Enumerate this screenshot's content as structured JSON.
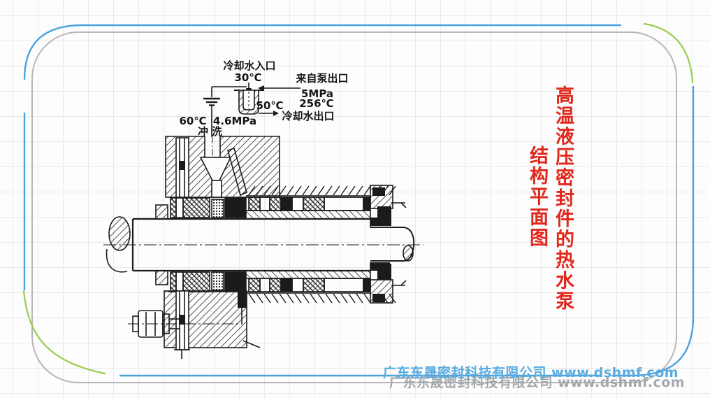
{
  "slide": {
    "title": {
      "full_text": "高温液压密封件的热水泵结构平面图",
      "column_right": "高温液压密封件的热水泵",
      "column_left": "结构平面图",
      "color": "#e1271c"
    },
    "watermark": {
      "text": "广东东晟密封科技有限公司  www.dshmf.com",
      "color": "#58ace0",
      "shadow_color": "#a4a8ac"
    },
    "border": {
      "outer_color": "#4aa3df",
      "accent_color": "#9acd50",
      "inner_color": "#b7b7b7"
    }
  },
  "diagram": {
    "type": "mechanical-seal cross-section (hot water pump)",
    "labels": {
      "cooling_water_inlet": "冷却水入口",
      "cooling_water_inlet_temp": "30℃",
      "from_pump_outlet": "来自泵出口",
      "pump_outlet_pressure": "5MPa",
      "pump_outlet_temp": "256℃",
      "cooler_outlet_temp": "50℃",
      "cooling_water_outlet": "冷却水出口",
      "flush_temp": "60℃",
      "flush_pressure": "4.6MPa",
      "flush": "冲洗"
    }
  }
}
